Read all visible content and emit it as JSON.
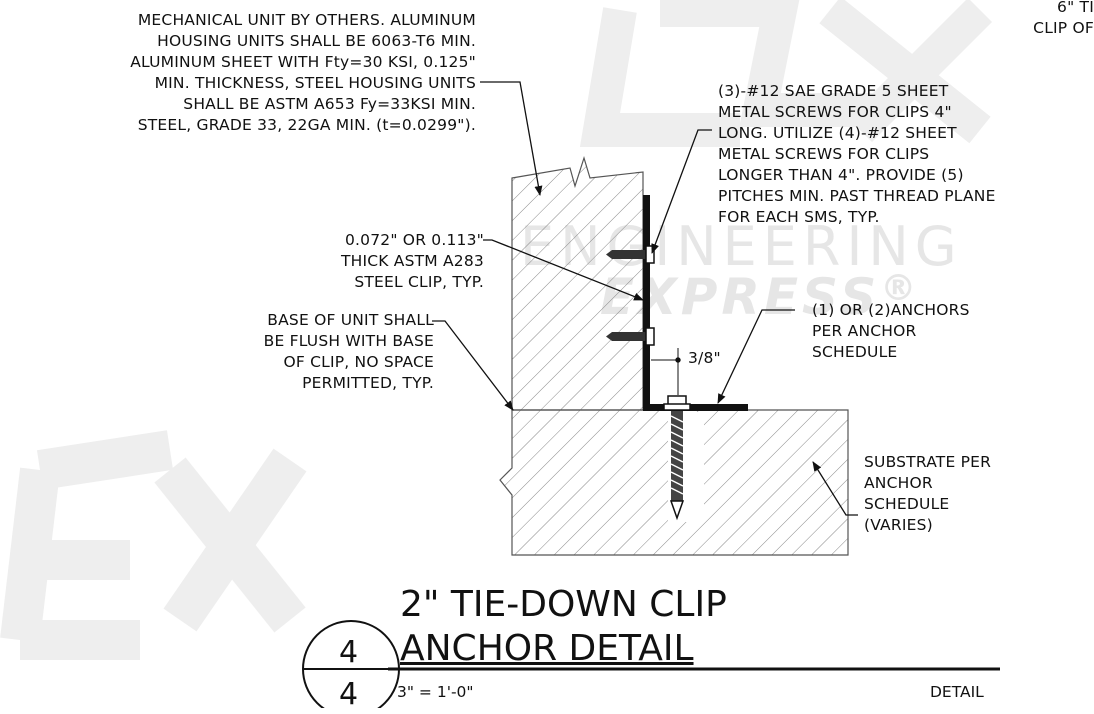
{
  "watermark": {
    "line1": "ENGINEERING",
    "line2": "EXPRESS",
    "mark": "®"
  },
  "notes": {
    "housing": "MECHANICAL UNIT BY OTHERS. ALUMINUM\nHOUSING UNITS SHALL BE 6063-T6 MIN.\nALUMINUM SHEET WITH Fty=30 KSI, 0.125\"\nMIN. THICKNESS, STEEL HOUSING UNITS\nSHALL BE ASTM A653 Fy=33KSI MIN.\nSTEEL, GRADE 33, 22GA MIN. (t=0.0299\").",
    "screws": "(3)-#12 SAE GRADE 5 SHEET\nMETAL SCREWS FOR CLIPS 4\"\nLONG. UTILIZE (4)-#12 SHEET\nMETAL SCREWS FOR CLIPS\nLONGER THAN 4\". PROVIDE (5)\nPITCHES MIN. PAST THREAD PLANE\nFOR EACH SMS, TYP.",
    "clip": "0.072\" OR 0.113\"\nTHICK ASTM A283\nSTEEL CLIP, TYP.",
    "base": "BASE OF UNIT SHALL\nBE FLUSH WITH BASE\nOF CLIP, NO SPACE\nPERMITTED, TYP.",
    "anchors": "(1) OR (2)ANCHORS\nPER ANCHOR\nSCHEDULE",
    "substrate": "SUBSTRATE PER\nANCHOR\nSCHEDULE\n(VARIES)",
    "corner": "6\" TI\nCLIP OF",
    "dimension": "3/8\""
  },
  "title_block": {
    "title_line1": "2\" TIE-DOWN CLIP",
    "title_line2": "ANCHOR DETAIL",
    "detail_number": "4",
    "sheet_number": "4",
    "scale": "3\" = 1'-0\"",
    "label": "DETAIL"
  }
}
